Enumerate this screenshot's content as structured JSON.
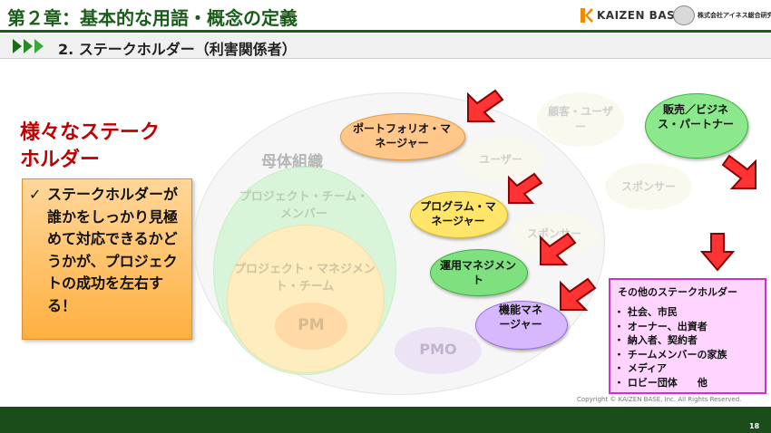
{
  "header": {
    "title": "第２章：基本的な用語・概念の定義",
    "logo_text": "KAIZEN BASE",
    "logo2_text": "株式会社アイネス総合研究所"
  },
  "section": {
    "title": "2. ステークホルダー（利害関係者）"
  },
  "left": {
    "lead_line1": "様々なステーク",
    "lead_line2": "ホルダー",
    "note_check": "✓",
    "note": "ステークホルダーが誰かをしっかり見極めて対応できるかどうかが、プロジェクトの成功を左右する！"
  },
  "diagram": {
    "parent_org": "母体組織",
    "project_team": "プロジェクト・チーム・メンバー",
    "project_mgmt": "プロジェクト・マネジメント・チーム",
    "pm": "PM",
    "pmo": "PMO",
    "faint_customer": "顧客・ユーザー",
    "faint_user": "ユーザー",
    "faint_sponsor_inner": "スポンサー",
    "faint_sponsor_outer": "スポンサー",
    "portfolio_manager": "ポートフォリオ・マネージャー",
    "program_manager": "プログラム・マネージャー",
    "operations": "運用マネジメント",
    "functional_manager": "機能マネージャー",
    "sales_partner": "販売／ビジネス・パートナー"
  },
  "others": {
    "title": "その他のステークホルダー",
    "items": [
      "・ 社会、市民",
      "・ オーナー、出資者",
      "・ 納入者、契約者",
      "・ チームメンバーの家族",
      "・ メディア",
      "・ ロビー団体　　他"
    ]
  },
  "footer": {
    "copyright": "Copyright ©  KAIZEN BASE, Inc. All Rights Reserved.",
    "page": "18"
  },
  "colors": {
    "brand_green": "#1a5c1a",
    "accent_red": "#c00000",
    "pill_orange": "#ffc88a",
    "pill_yellow": "#ffe66a",
    "pill_green": "#7ee07e",
    "pill_purple": "#d7b8ff",
    "others_border": "#cc33cc"
  }
}
